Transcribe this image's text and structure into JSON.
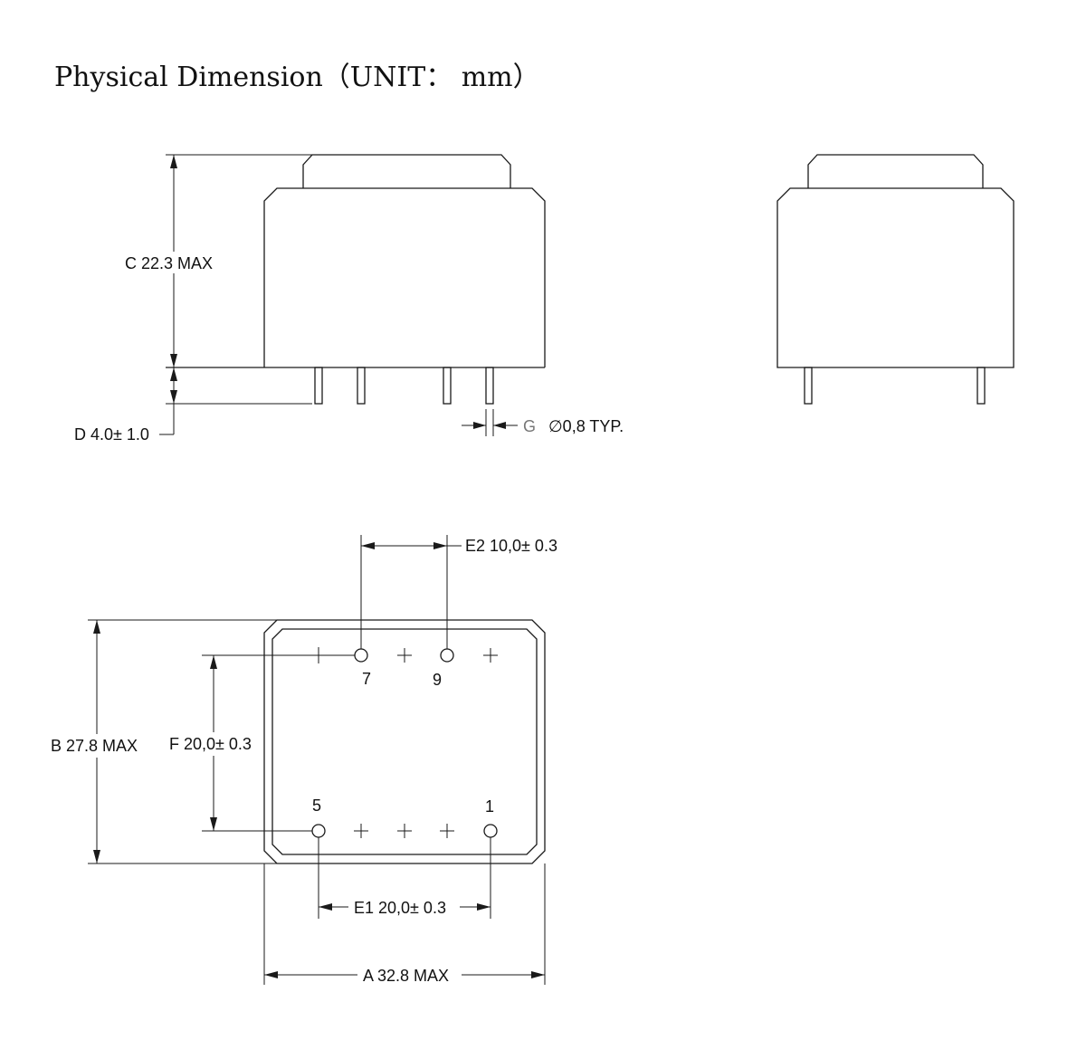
{
  "title": "Physical Dimension（UNIT： mm）",
  "dimensions": {
    "c_height": "C 22.3 MAX",
    "d_pin_length": "D 4.0± 1.0",
    "g_pin_diameter_letter": "G",
    "g_pin_diameter_value": "∅0,8 TYP.",
    "e2_spacing": "E2 10,0± 0.3",
    "b_depth": "B 27.8 MAX",
    "f_spacing": "F 20,0± 0.3",
    "e1_spacing": "E1 20,0± 0.3",
    "a_width": "A 32.8 MAX"
  },
  "pins": {
    "p7": "7",
    "p9": "9",
    "p5": "5",
    "p1": "1"
  }
}
